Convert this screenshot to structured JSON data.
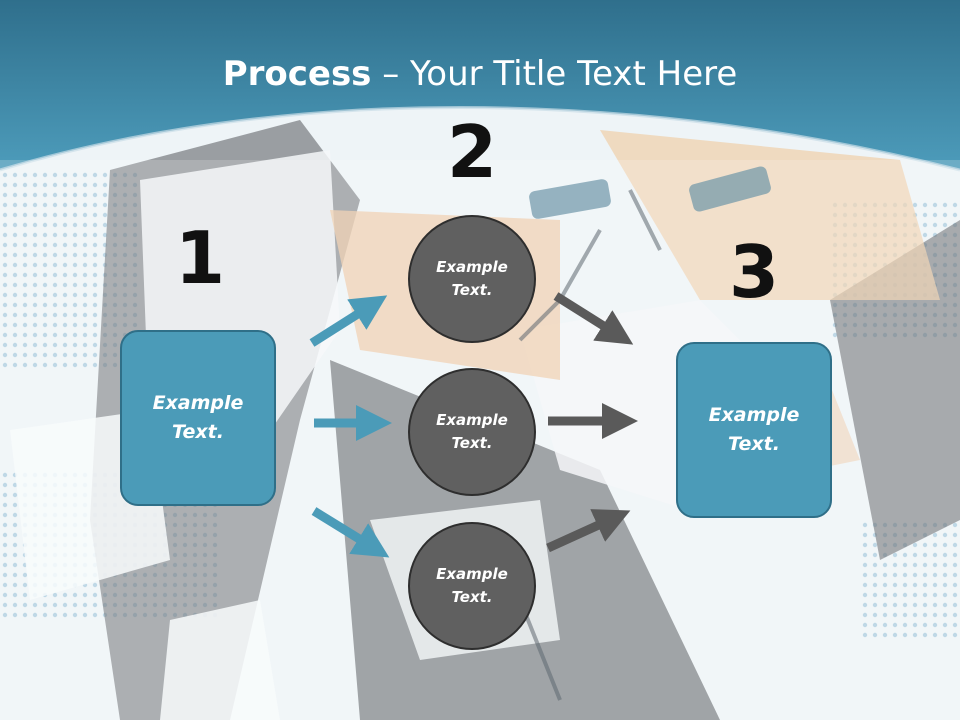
{
  "slide": {
    "title_bold": "Process",
    "title_rest": " – Your Title Text Here"
  },
  "steps": {
    "num1": "1",
    "num2": "2",
    "num3": "3"
  },
  "boxes": {
    "left_text": "Example Text.",
    "right_text": "Example Text."
  },
  "circles": [
    {
      "text": "Example Text."
    },
    {
      "text": "Example Text."
    },
    {
      "text": "Example Text."
    }
  ],
  "colors": {
    "header": "#3f8aa8",
    "box_fill": "#4b9bb8",
    "circle_fill": "#606060",
    "blue_arrow": "#4b9bb8",
    "gray_arrow": "#5a5a5a"
  }
}
